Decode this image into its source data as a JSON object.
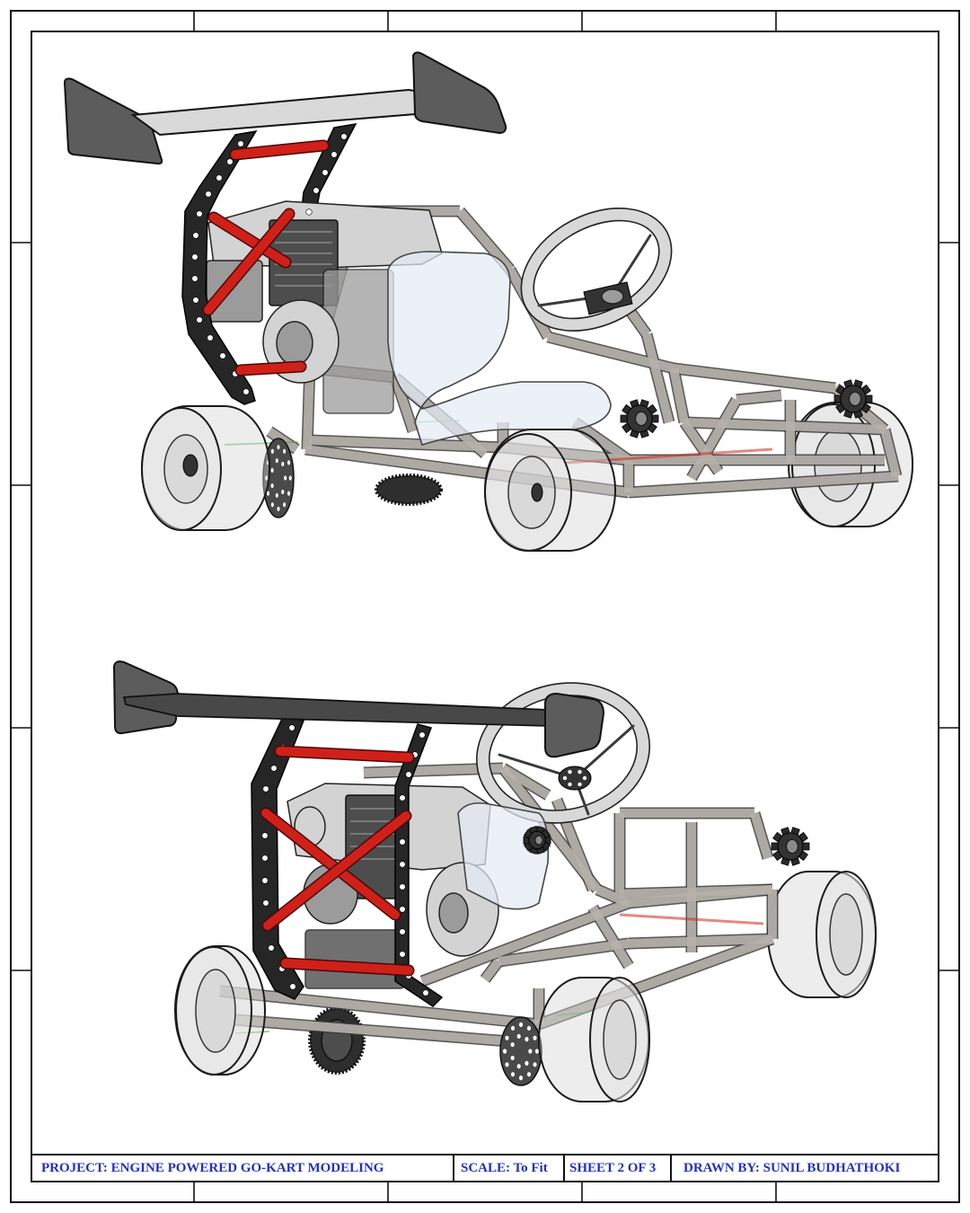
{
  "title_block": {
    "project": "PROJECT: ENGINE POWERED GO-KART MODELING",
    "scale": "SCALE: To Fit",
    "sheet": "SHEET 2 OF 3",
    "drawn_by": "DRAWN BY: SUNIL BUDHATHOKI"
  },
  "colors": {
    "title_text": "#1f2fcf",
    "border": "#111111",
    "roll_bar_red": "#d0201a",
    "wing_strut": "#262626",
    "frame_tube": "#b7b2ac"
  }
}
